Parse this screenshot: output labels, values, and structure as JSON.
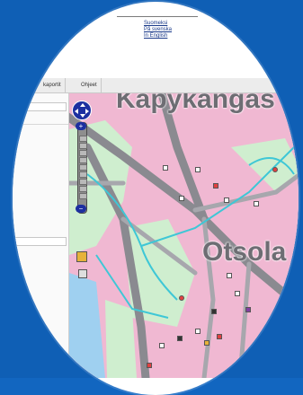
{
  "language": {
    "links": [
      "Suomeksi",
      "På svenska",
      "In English"
    ]
  },
  "tabs": [
    {
      "label": "kaportit"
    },
    {
      "label": "Ohjeet"
    }
  ],
  "map": {
    "places": [
      {
        "label": "Käpykangas"
      },
      {
        "label": "Otsola"
      }
    ],
    "colors": {
      "urban": "#f0b8d2",
      "park": "#cfeecf",
      "water": "#9fd0f0",
      "road": "#8a8a90",
      "trail": "#3ec7d6"
    }
  },
  "zoom": {
    "plus": "+",
    "minus": "−"
  },
  "icons": [
    "pan-control-icon",
    "layer-switch-icon",
    "poi-icon"
  ]
}
